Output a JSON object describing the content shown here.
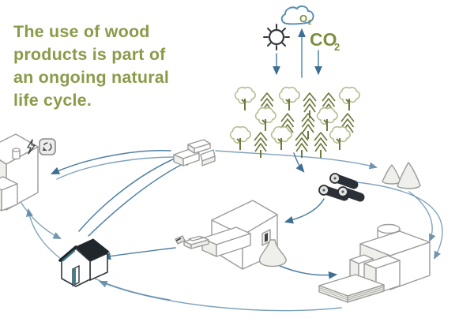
{
  "heading": {
    "lines": [
      "The use of wood",
      "products is part of",
      "an ongoing natural",
      "life cycle."
    ],
    "full_text": "The use of wood products is part of an ongoing natural life cycle.",
    "color": "#8a9b4a"
  },
  "atmosphere": {
    "cloud": {
      "label": "O",
      "subscript": "2"
    },
    "co2": {
      "label": "CO",
      "subscript": "2"
    }
  },
  "diagram": {
    "nodes": [
      {
        "id": "cloud",
        "icon": "cloud-o2-icon"
      },
      {
        "id": "sun",
        "icon": "sun-icon"
      },
      {
        "id": "forest",
        "icon": "forest-trees-icon"
      },
      {
        "id": "logs",
        "icon": "logs-pile-icon"
      },
      {
        "id": "chip_piles",
        "icon": "woodchip-piles-icon"
      },
      {
        "id": "sawmill",
        "icon": "sawmill-building-icon"
      },
      {
        "id": "planks",
        "icon": "sawn-planks-icon"
      },
      {
        "id": "panel_factory",
        "icon": "factory-building-icon"
      },
      {
        "id": "panel_stack",
        "icon": "panel-stack-icon"
      },
      {
        "id": "house",
        "icon": "house-icon"
      },
      {
        "id": "scrap_wood",
        "icon": "recovered-wood-icon"
      },
      {
        "id": "energy_plant",
        "icon": "energy-plant-building-icon"
      },
      {
        "id": "lightning",
        "icon": "lightning-bolt-icon"
      },
      {
        "id": "recycling_badge",
        "icon": "recycling-badge-icon"
      }
    ],
    "flows": [
      {
        "from": "sun",
        "to": "forest"
      },
      {
        "from": "forest",
        "to": "cloud"
      },
      {
        "from": "co2",
        "to": "forest"
      },
      {
        "from": "forest",
        "to": "logs"
      },
      {
        "from": "logs",
        "to": "sawmill"
      },
      {
        "from": "logs",
        "to": "panel_factory"
      },
      {
        "from": "scrap_wood",
        "to": "chip_piles"
      },
      {
        "from": "chip_piles",
        "to": "panel_factory"
      },
      {
        "from": "sawmill",
        "to": "panel_stack"
      },
      {
        "from": "sawmill",
        "to": "house"
      },
      {
        "from": "panel_factory",
        "to": "panel_stack"
      },
      {
        "from": "panel_stack",
        "to": "house"
      },
      {
        "from": "house",
        "to": "scrap_wood"
      },
      {
        "from": "scrap_wood",
        "to": "energy_plant"
      },
      {
        "from": "cycle",
        "to": "energy_plant"
      },
      {
        "from": "energy_plant",
        "to": "house"
      }
    ]
  },
  "colors": {
    "heading_green": "#8a9b4a",
    "co2_green": "#7d8f3f",
    "cloud_blue": "#5b8fb5",
    "arrow_blue": "#4e80a4",
    "tree_light": "#b9bf94",
    "tree_dark": "#6d7b3e",
    "accent_teal": "#3f7d90",
    "dark": "#262b31"
  }
}
